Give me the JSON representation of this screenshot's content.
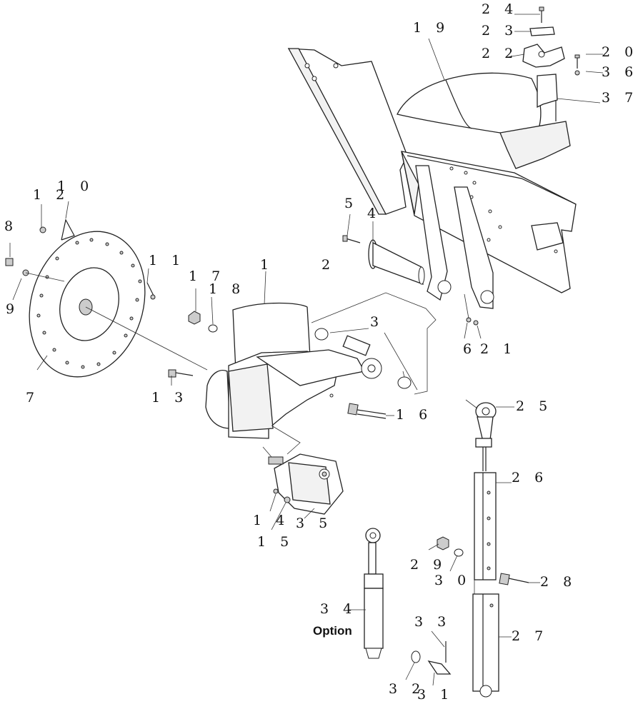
{
  "diagram": {
    "part_numbers": {
      "p1": "1",
      "p2": "2",
      "p3": "3",
      "p4": "4",
      "p5": "5",
      "p6": "6",
      "p7": "7",
      "p8": "8",
      "p9": "9",
      "p10": "1 0",
      "p11": "1 1",
      "p12": "1 2",
      "p13": "1 3",
      "p14": "1 4",
      "p15": "1 5",
      "p16": "1 6",
      "p17": "1 7",
      "p18": "1 8",
      "p19": "1 9",
      "p20": "2 0",
      "p21": "2 1",
      "p22": "2 2",
      "p23": "2 3",
      "p24": "2 4",
      "p25": "2 5",
      "p26": "2 6",
      "p27": "2 7",
      "p28": "2 8",
      "p29": "2 9",
      "p30": "3 0",
      "p31": "3 1",
      "p32": "3 2",
      "p33": "3 3",
      "p34": "3 4",
      "p35": "3 5",
      "p36": "3 6",
      "p37": "3 7"
    },
    "option_label": "Option"
  }
}
